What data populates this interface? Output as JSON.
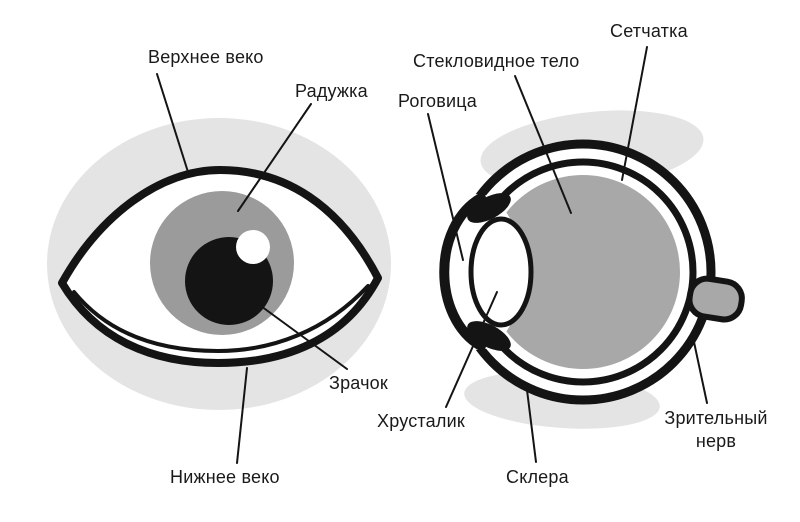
{
  "labels": {
    "upper_eyelid": "Верхнее веко",
    "iris": "Радужка",
    "pupil": "Зрачок",
    "lower_eyelid": "Нижнее веко",
    "vitreous_body": "Стекловидное тело",
    "retina": "Сетчатка",
    "cornea": "Роговица",
    "lens": "Хрусталик",
    "sclera": "Склера",
    "optic_nerve": "Зрительный нерв"
  },
  "colors": {
    "background": "#ffffff",
    "outline": "#141414",
    "iris_gray": "#9b9b9b",
    "pupil_black": "#141414",
    "vitreous_gray": "#a8a8a8",
    "shadow_gray": "#e4e4e4"
  }
}
